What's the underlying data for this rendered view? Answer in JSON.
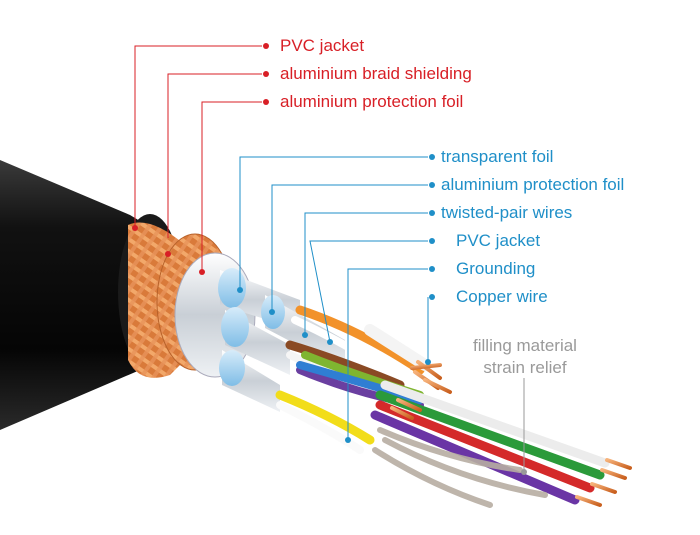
{
  "diagram": {
    "outer_labels": [
      {
        "text": "PVC jacket",
        "color": "#d81f26"
      },
      {
        "text": "aluminium braid shielding",
        "color": "#d81f26"
      },
      {
        "text": "aluminium protection foil",
        "color": "#d81f26"
      }
    ],
    "inner_labels": [
      {
        "text": "transparent foil",
        "color": "#1f8fc8"
      },
      {
        "text": "aluminium protection foil",
        "color": "#1f8fc8"
      },
      {
        "text": "twisted-pair wires",
        "color": "#1f8fc8"
      },
      {
        "text": "PVC jacket",
        "color": "#1f8fc8"
      },
      {
        "text": "Grounding",
        "color": "#1f8fc8"
      },
      {
        "text": "Copper wire",
        "color": "#1f8fc8"
      }
    ],
    "filling_label": [
      "filling material",
      "strain relief"
    ],
    "colors": {
      "jacket": "#141414",
      "braid": "#e08a4a",
      "foil": "#d8dde2",
      "transparent": "#a8d4ef",
      "copper": "#e07a3a",
      "callout_red": "#d81f26",
      "callout_blue": "#1f8fc8",
      "callout_grey": "#9a9a9a"
    }
  }
}
